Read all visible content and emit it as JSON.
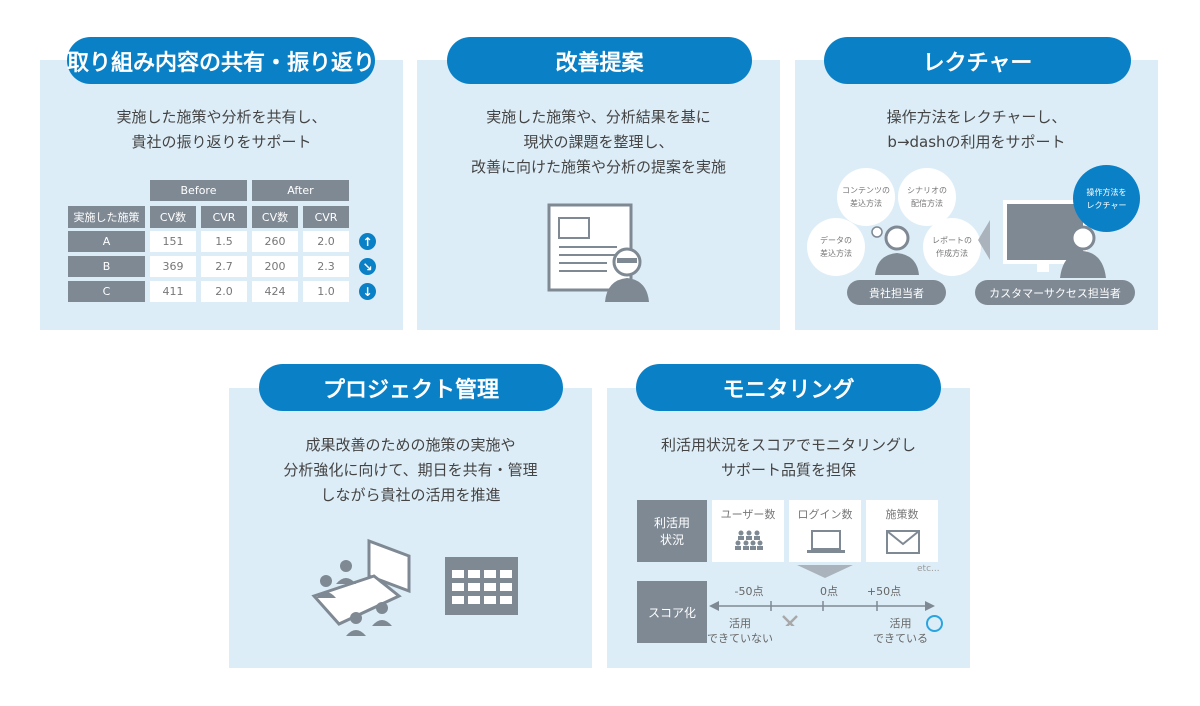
{
  "sections": [
    {
      "title": "取り組み内容の共有・振り返り",
      "desc": [
        "実施した施策や分析を共有し、",
        "貴社の振り返りをサポート"
      ]
    },
    {
      "title": "改善提案",
      "desc": [
        "実施した施策や、分析結果を基に",
        "現状の課題を整理し、",
        "改善に向けた施策や分析の提案を実施"
      ]
    },
    {
      "title": "レクチャー",
      "desc": [
        "操作方法をレクチャーし、",
        "b→dashの利用をサポート"
      ]
    },
    {
      "title": "プロジェクト管理",
      "desc": [
        "成果改善のための施策の実施や",
        "分析強化に向けて、期日を共有・管理",
        "しながら貴社の活用を推進"
      ]
    },
    {
      "title": "モニタリング",
      "desc": [
        "利活用状況をスコアでモニタリングし",
        "サポート品質を担保"
      ]
    }
  ],
  "table": {
    "groups": [
      "Before",
      "After"
    ],
    "headers": [
      "実施した施策",
      "CV数",
      "CVR",
      "CV数",
      "CVR"
    ],
    "rows": [
      {
        "name": "A",
        "values": [
          "151",
          "1.5",
          "260",
          "2.0"
        ],
        "trend": "up"
      },
      {
        "name": "B",
        "values": [
          "369",
          "2.7",
          "200",
          "2.3"
        ],
        "trend": "down-right"
      },
      {
        "name": "C",
        "values": [
          "411",
          "2.0",
          "424",
          "1.0"
        ],
        "trend": "down"
      }
    ]
  },
  "lecture": {
    "bubbles": [
      "コンテンツの\n差込方法",
      "シナリオの\n配信方法",
      "データの\n差込方法",
      "レポートの\n作成方法"
    ],
    "highlight": "操作方法を\nレクチャー",
    "client": "貴社担当者",
    "cs": "カスタマーサクセス担当者"
  },
  "monitoring": {
    "usage_label": "利活用\n状況",
    "metrics": [
      "ユーザー数",
      "ログイン数",
      "施策数"
    ],
    "etc": "etc...",
    "score_label": "スコア化",
    "ticks": [
      "-50点",
      "0点",
      "+50点"
    ],
    "bad": "活用\nできていない",
    "good": "活用\nできている"
  },
  "colors": {
    "accent": "#0a80c6",
    "panel": "#ddedf7",
    "gray": "#7e8994"
  }
}
